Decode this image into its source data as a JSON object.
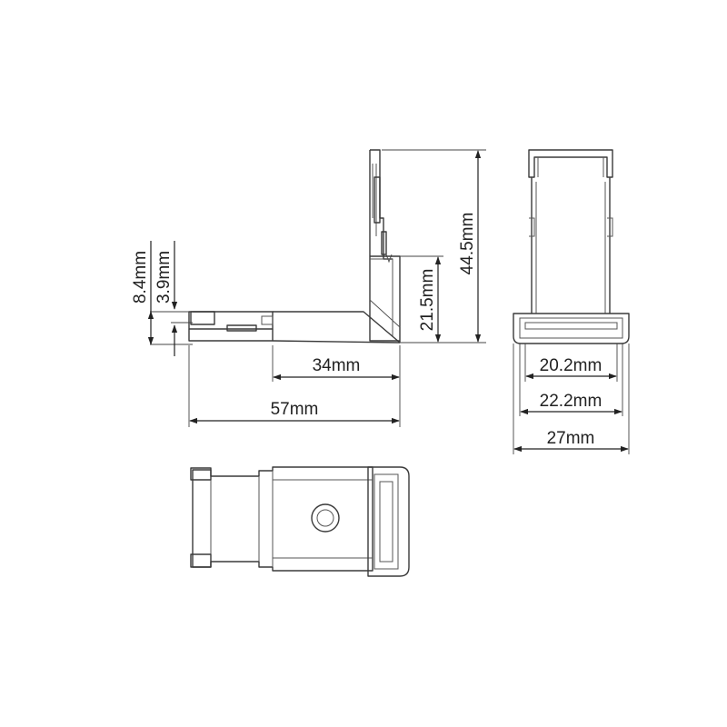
{
  "dimensions": {
    "height_8_4": "8.4mm",
    "height_3_9": "3.9mm",
    "height_21_5": "21.5mm",
    "height_44_5": "44.5mm",
    "length_34": "34mm",
    "length_57": "57mm",
    "width_20_2": "20.2mm",
    "width_22_2": "22.2mm",
    "width_27": "27mm"
  },
  "colors": {
    "line": "#3a3a3a",
    "dimension": "#222222",
    "background": "#ffffff"
  }
}
